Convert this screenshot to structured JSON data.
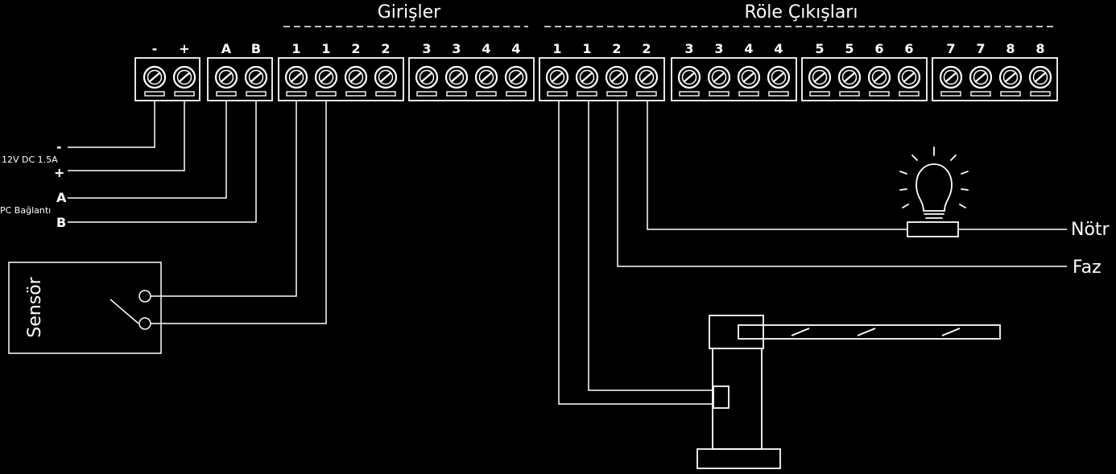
{
  "groups": {
    "inputs": "Girişler",
    "relays": "Röle Çıkışları"
  },
  "terminal_labels": {
    "power": [
      "-",
      "+"
    ],
    "comm": [
      "A",
      "B"
    ],
    "in12": [
      "1",
      "1",
      "2",
      "2"
    ],
    "in34": [
      "3",
      "3",
      "4",
      "4"
    ],
    "r12": [
      "1",
      "1",
      "2",
      "2"
    ],
    "r34": [
      "3",
      "3",
      "4",
      "4"
    ],
    "r56": [
      "5",
      "5",
      "6",
      "6"
    ],
    "r78": [
      "7",
      "7",
      "8",
      "8"
    ]
  },
  "side_labels": {
    "minus": "-",
    "power_spec": "12V DC 1.5A",
    "plus": "+",
    "a": "A",
    "pc": "PC Bağlantı",
    "b": "B"
  },
  "sensor": {
    "label": "Sensör"
  },
  "outputs": {
    "neutral": "Nötr",
    "phase": "Faz"
  },
  "colors": {
    "background": "#000000",
    "line": "#ffffff"
  }
}
